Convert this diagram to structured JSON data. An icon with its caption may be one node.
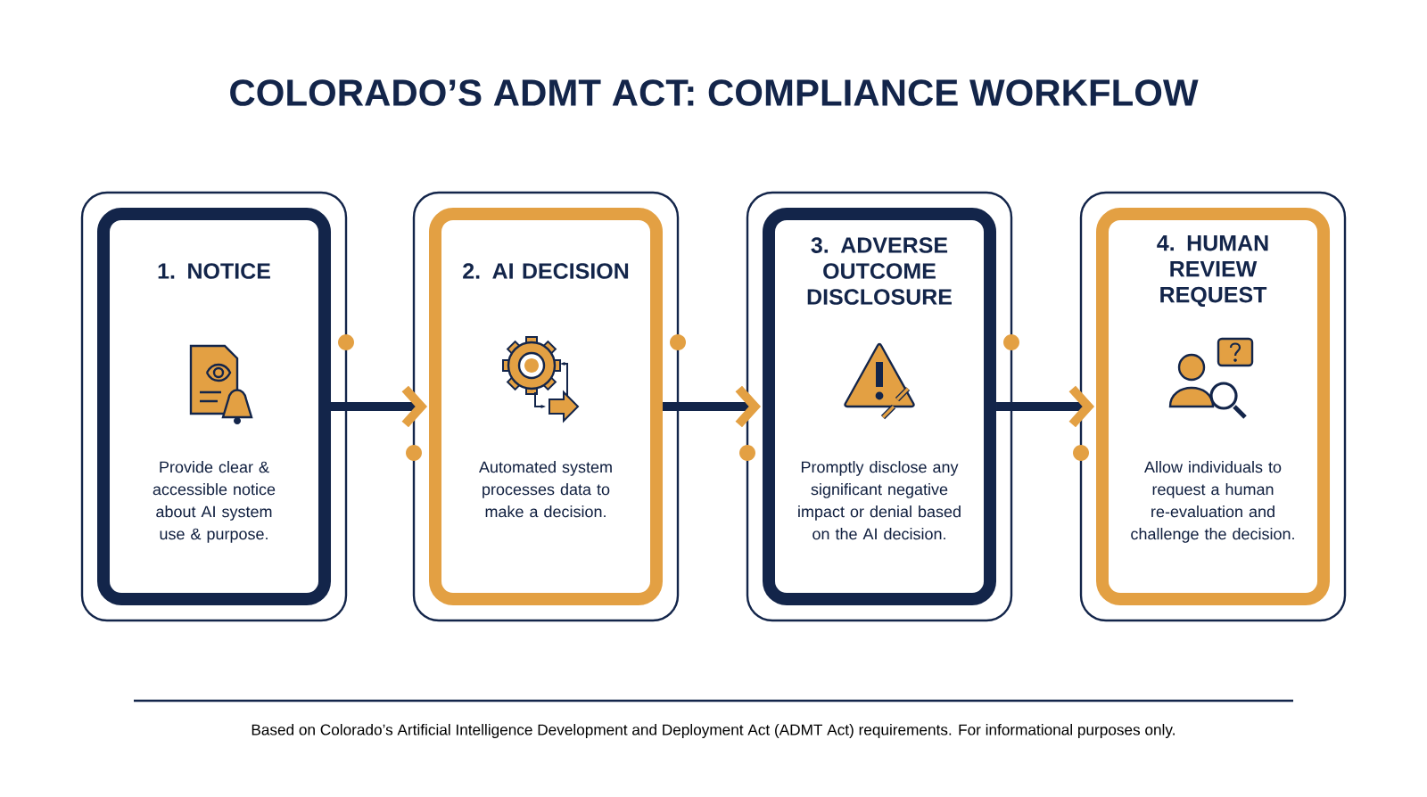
{
  "diagram": {
    "title": "COLORADO’S ADMT ACT: COMPLIANCE WORKFLOW",
    "nodes": [
      {
        "text": [
          "1. NOTICE",
          "Provide clear & accessible notice about AI system use & purpose."
        ]
      },
      {
        "text": [
          "2. AI DECISION",
          "Automated system processes data to make a decision."
        ]
      },
      {
        "text": [
          "3. ADVERSE OUTCOME DISCLOSURE",
          "Promptly disclose any significant negative impact or denial based on the AI decision."
        ]
      },
      {
        "text": [
          "4. HUMAN REVIEW REQUEST",
          "Allow individuals to request a human re-evaluation and challenge the decision."
        ]
      }
    ],
    "edges": [
      {
        "from": 0,
        "to": 1,
        "arrow": "to"
      },
      {
        "from": 1,
        "to": 2,
        "arrow": "to"
      },
      {
        "from": 2,
        "to": 3,
        "arrow": "to"
      }
    ],
    "caption": "Based on Colorado’s Artificial Intelligence Development and Deployment Act (ADMT Act) requirements. For informational purposes only."
  }
}
